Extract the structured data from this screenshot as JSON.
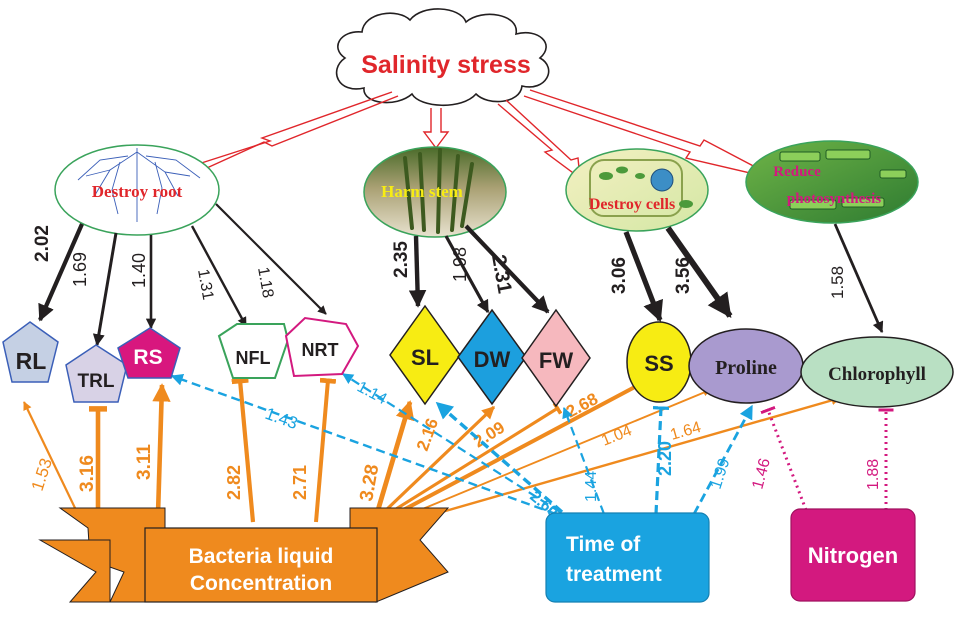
{
  "title": "Salinity stress",
  "effects": {
    "root": "Destroy root",
    "stem": "Harm stem",
    "cells": "Destroy cells",
    "photo_line1": "Reduce",
    "photo_line2": "photosynthesis"
  },
  "traits": {
    "rl": "RL",
    "trl": "TRL",
    "rs": "RS",
    "nfl": "NFL",
    "nrt": "NRT",
    "sl": "SL",
    "dw": "DW",
    "fw": "FW",
    "ss": "SS",
    "proline": "Proline",
    "chlorophyll": "Chlorophyll"
  },
  "factors": {
    "bacteria_line1": "Bacteria liquid",
    "bacteria_line2": "Concentration",
    "time_line1": "Time of",
    "time_line2": "treatment",
    "nitrogen": "Nitrogen"
  },
  "coefficients": {
    "root_rl": "2.02",
    "root_trl": "1.69",
    "root_rs": "1.40",
    "root_nfl": "1.31",
    "root_nrt": "1.18",
    "stem_sl": "2.35",
    "stem_dw": "1.98",
    "stem_fw": "2.31",
    "cells_ss": "3.06",
    "cells_proline": "3.56",
    "photo_chl": "1.58",
    "bac_rl": "1.53",
    "bac_trl": "3.16",
    "bac_rs": "3.11",
    "bac_nfl": "2.82",
    "bac_nrt": "2.71",
    "bac_sl": "3.28",
    "bac_dw": "2.16",
    "bac_fw": "2.09",
    "bac_ss": "2.68",
    "bac_proline": "1.04",
    "bac_chl": "1.64",
    "time_rl": "1.43",
    "time_rs": "1.14",
    "time_sl": "2.60",
    "time_ss1": "1.44",
    "time_ss2": "2.20",
    "time_proline": "1.99",
    "n_proline": "1.46",
    "n_chl": "1.88"
  },
  "colors": {
    "stress_arrow": "#e0262b",
    "effect_arrow": "#231f20",
    "bacteria": "#ef8a1e",
    "time": "#1aa3e0",
    "nitrogen": "#d3197f",
    "rs_fill": "#d8177e",
    "sl_fill": "#f7ec13",
    "dw_fill": "#1c9fde",
    "fw_fill": "#f6b8be",
    "proline_fill": "#a99acf",
    "chl_fill": "#b9e0c3"
  }
}
